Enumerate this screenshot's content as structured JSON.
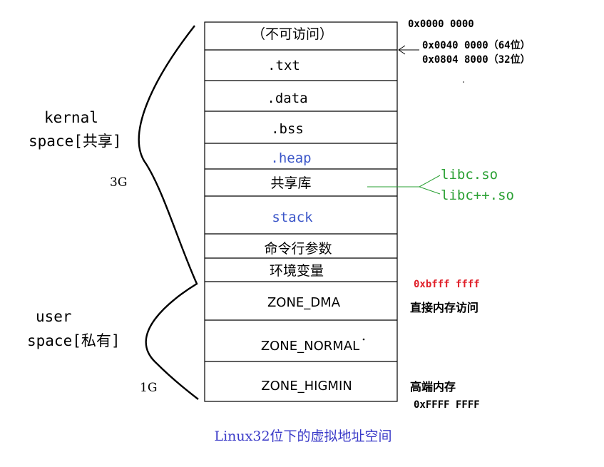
{
  "colors": {
    "box_border": "#000000",
    "heap_blue": "#3a55c8",
    "stack_blue": "#3a55c8",
    "libs_green": "#2aa033",
    "red_address": "#e0202a",
    "caption_blue": "#3a3ac8"
  },
  "segments": [
    {
      "id": "noaccess",
      "label": "（不可访问）"
    },
    {
      "id": "txt",
      "label": ".txt"
    },
    {
      "id": "data",
      "label": ".data"
    },
    {
      "id": "bss",
      "label": ".bss"
    },
    {
      "id": "heap",
      "label": ".heap"
    },
    {
      "id": "shared",
      "label": "共享库"
    },
    {
      "id": "stack",
      "label": "stack"
    },
    {
      "id": "cmdline",
      "label": "命令行参数"
    },
    {
      "id": "env",
      "label": "环境变量"
    },
    {
      "id": "zone_dma",
      "label": "ZONE_DMA"
    },
    {
      "id": "zone_normal",
      "label": "ZONE_NORMAL"
    },
    {
      "id": "zone_highmem",
      "label": "ZONE_HIGMIN"
    }
  ],
  "addresses": {
    "top": "0x0000 0000",
    "code_start_64": "0x0040 0000（64位）",
    "code_start_32": "0x0804 8000（32位）",
    "kernel_boundary": "0xbfff ffff",
    "bottom": "0xFFFF FFFF"
  },
  "annotations": {
    "direct_access": "直接内存访问",
    "high_memory": "高端内存",
    "lib1": "libc.so",
    "lib2": "libc++.so"
  },
  "side_labels": {
    "kernel_line1": "kernal",
    "kernel_line2": "space[共享]",
    "kernel_size": "3G",
    "user_line1": "user",
    "user_line2": "space[私有]",
    "user_size": "1G"
  },
  "caption": "Linux32位下的虚拟地址空间"
}
